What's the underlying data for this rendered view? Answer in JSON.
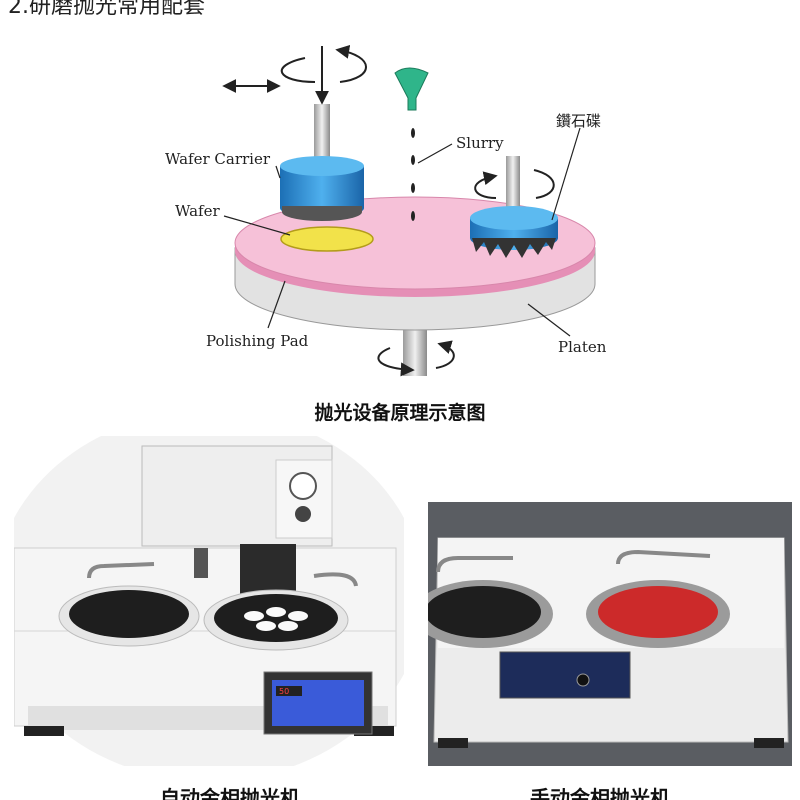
{
  "heading": "2.研磨抛光常用配套",
  "diagram": {
    "labels": {
      "wafer_carrier": "Wafer Carrier",
      "wafer": "Wafer",
      "slurry": "Slurry",
      "diamond_disc": "鑽石碟",
      "polishing_pad": "Polishing Pad",
      "platen": "Platen"
    },
    "colors": {
      "carrier": "#2b8fd6",
      "wafer": "#f2e24a",
      "pad": "#f4b8d2",
      "slurry": "#2fb58a",
      "platen": "#e4e4e4"
    }
  },
  "captions": {
    "principle": "抛光设备原理示意图",
    "auto": "自动金相抛光机",
    "manual": "手动金相抛光机"
  },
  "auto_machine": {
    "display_value": "50",
    "display_color": "#3a5bd9"
  }
}
